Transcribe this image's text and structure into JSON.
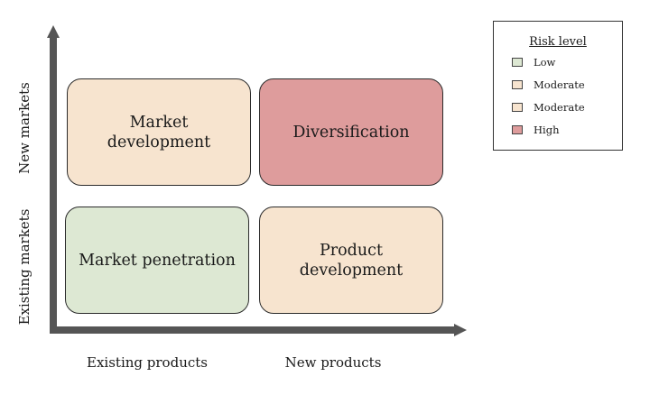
{
  "colors": {
    "low": "#dde8d3",
    "moderate": "#f7e4cf",
    "high": "#de9c9c",
    "axis": "#555555"
  },
  "quadrants": {
    "market_development": {
      "label": "Market development",
      "risk": "moderate"
    },
    "diversification": {
      "label": "Diversification",
      "risk": "high"
    },
    "market_penetration": {
      "label": "Market penetration",
      "risk": "low"
    },
    "product_development": {
      "label": "Product development",
      "risk": "moderate"
    }
  },
  "x_axis": {
    "labels": [
      "Existing products",
      "New products"
    ]
  },
  "y_axis": {
    "labels": [
      "New markets",
      "Existing markets"
    ]
  },
  "legend": {
    "title": "Risk level",
    "items": [
      {
        "label": "Low",
        "risk": "low"
      },
      {
        "label": "Moderate",
        "risk": "moderate"
      },
      {
        "label": "Moderate",
        "risk": "moderate"
      },
      {
        "label": "High",
        "risk": "high"
      }
    ]
  }
}
